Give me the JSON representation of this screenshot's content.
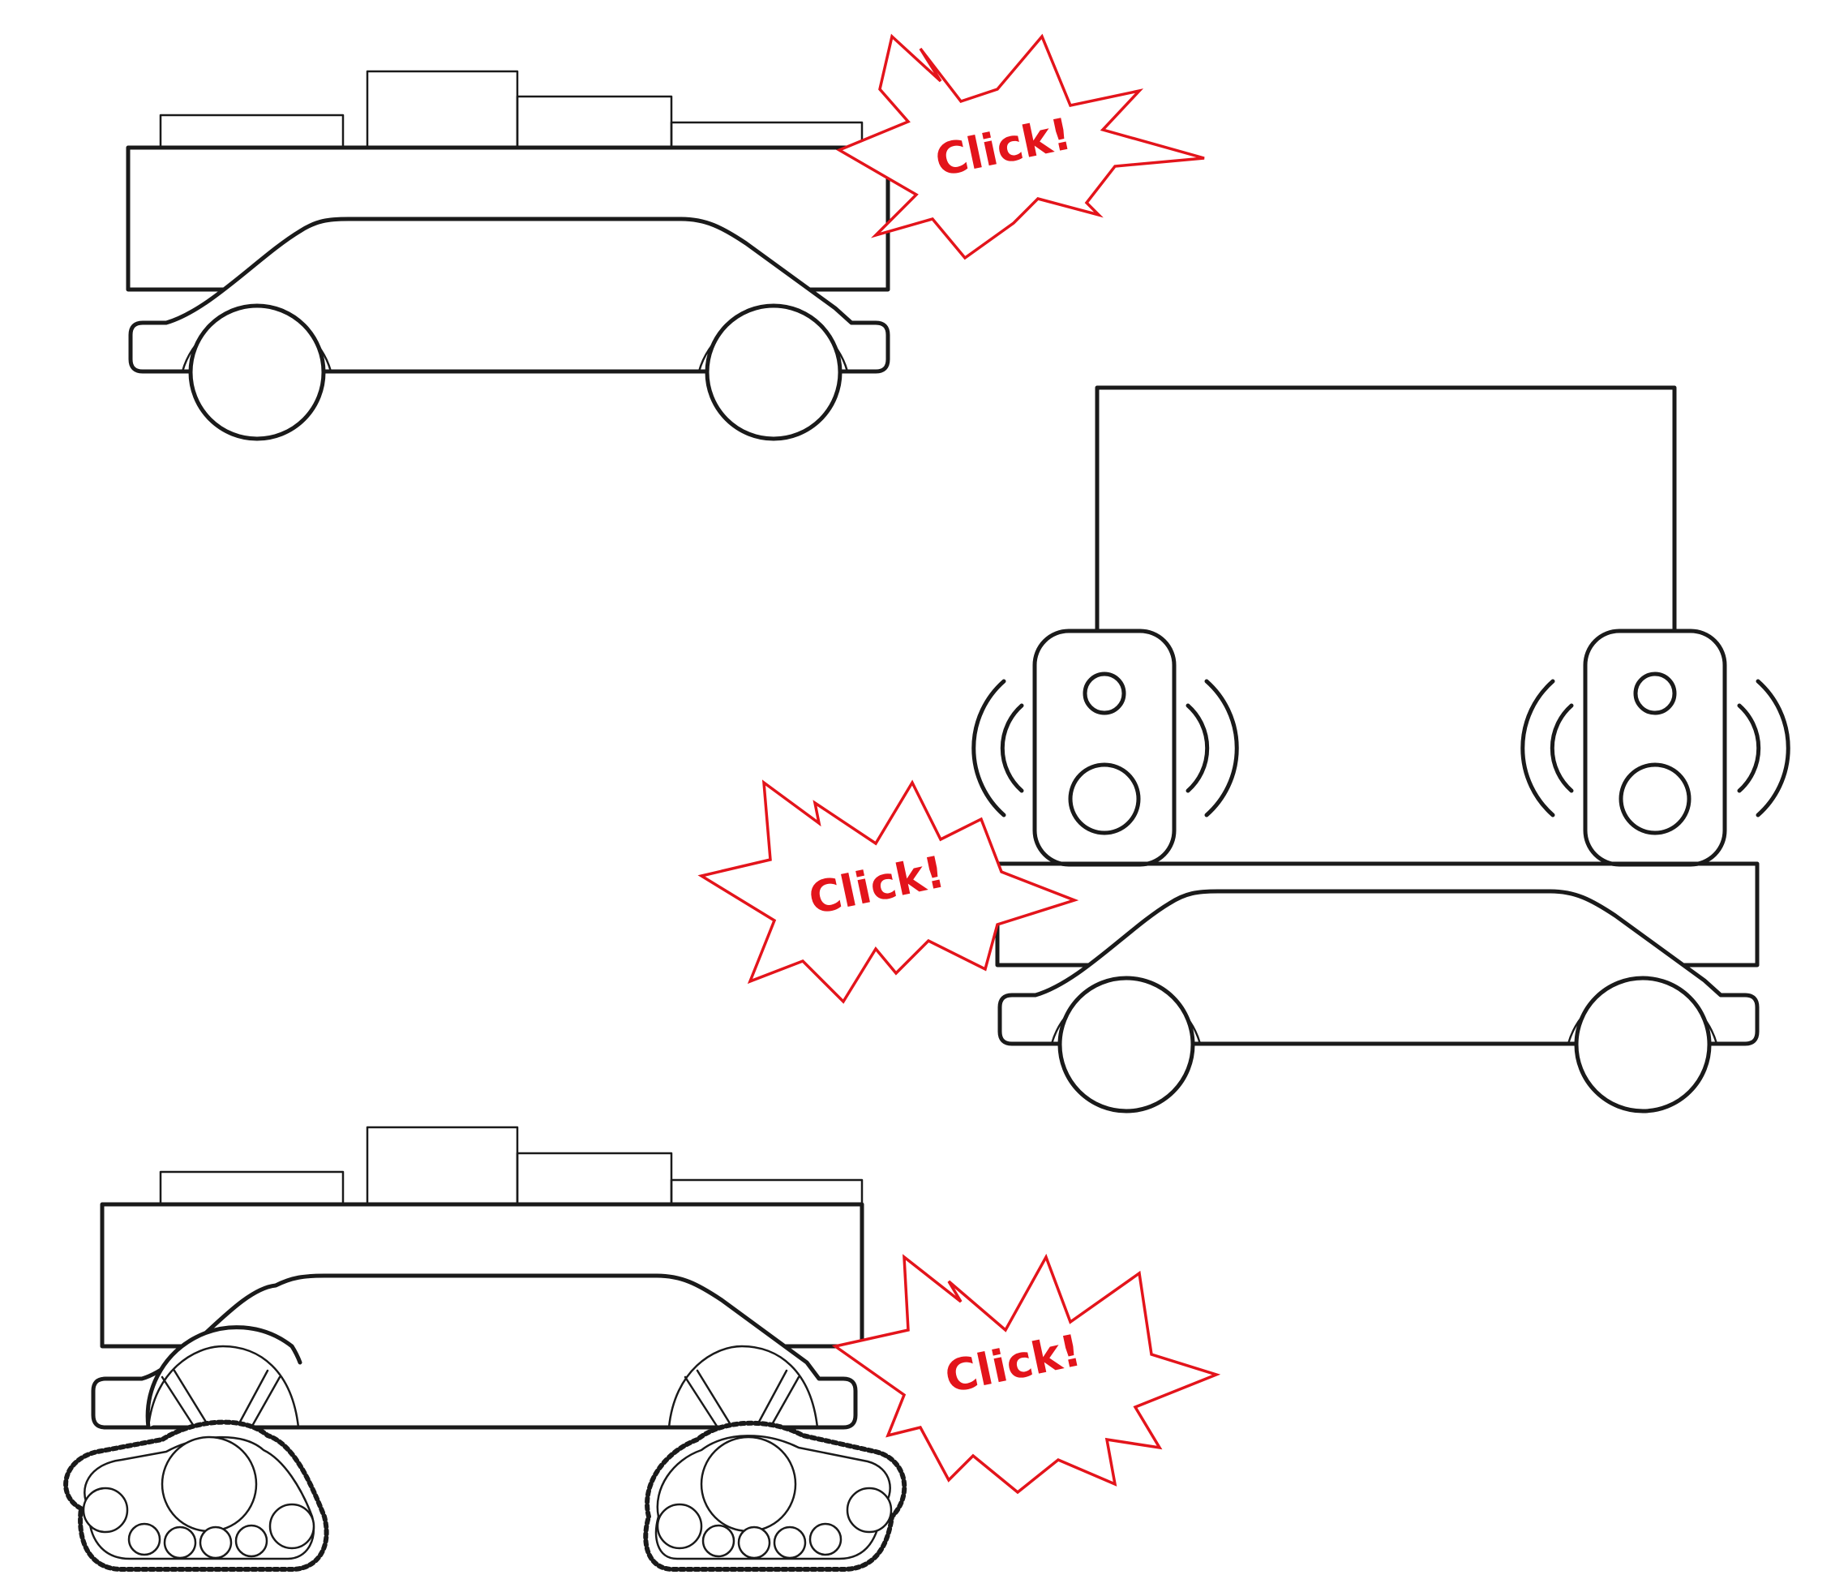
{
  "colors": {
    "line": "#1a1a1a",
    "accent": "#e3141b",
    "background": "#ffffff"
  },
  "callouts": [
    {
      "text": "Click!"
    },
    {
      "text": "Click!"
    },
    {
      "text": "Click!"
    }
  ],
  "icons": [
    "car-chassis-icon",
    "cargo-box-icon",
    "speaker-icon",
    "sound-wave-icon",
    "track-wheel-icon",
    "explosion-burst-icon"
  ]
}
